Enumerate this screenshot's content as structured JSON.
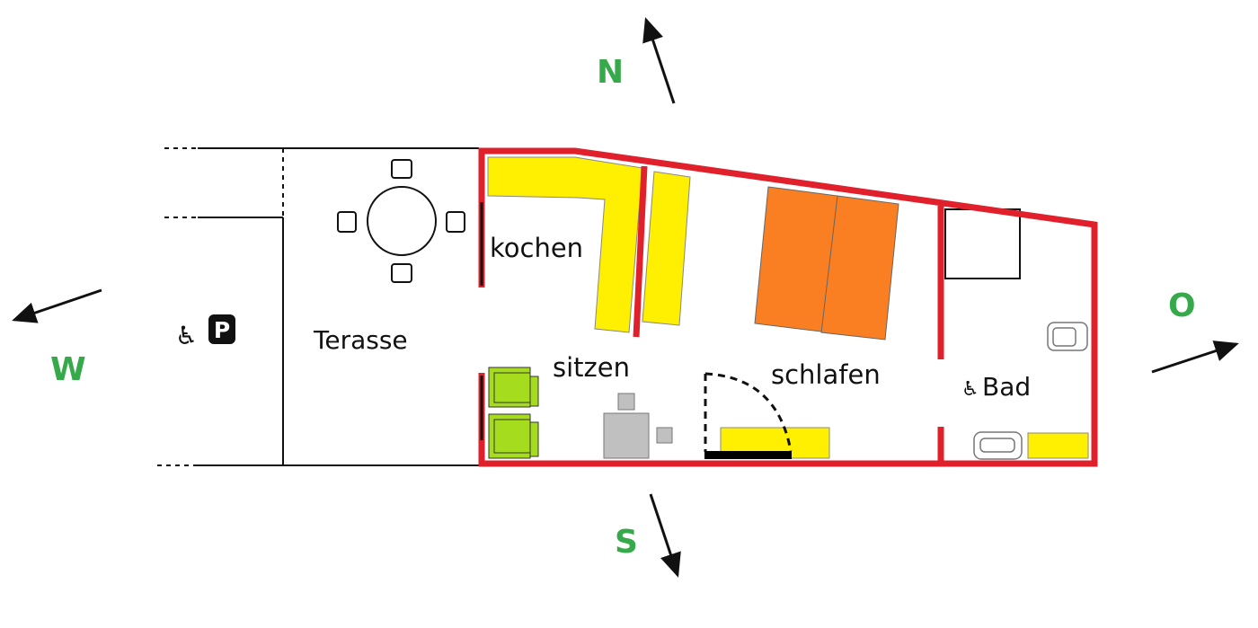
{
  "colors": {
    "wall": "#e0202a",
    "counter": "#ffef00",
    "bed": "#f97f22",
    "seat": "#a6dc1e",
    "table": "#c0c0c0",
    "compass": "#36a94a"
  },
  "compass": {
    "north": "N",
    "south": "S",
    "west": "W",
    "east": "O"
  },
  "rooms": {
    "kitchen": "kochen",
    "sitting": "sitzen",
    "sleeping": "schlafen",
    "bath": "Bad",
    "terrace": "Terasse"
  },
  "icons": {
    "wheelchair": "♿",
    "parking": "P"
  }
}
